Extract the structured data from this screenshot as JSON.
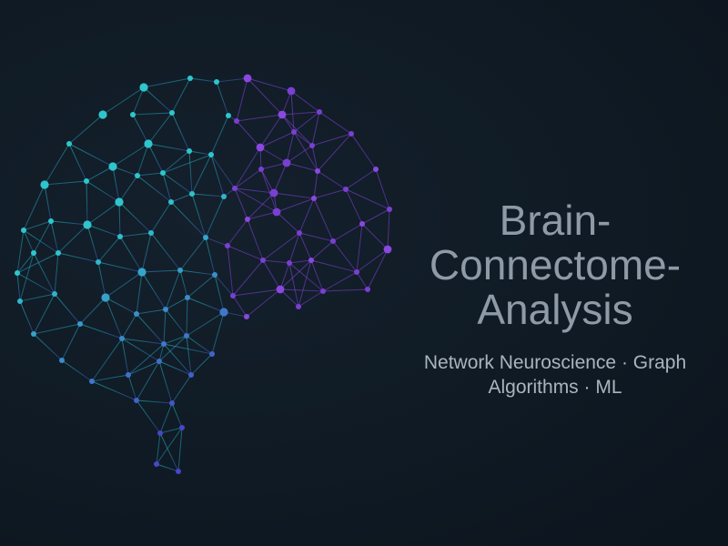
{
  "title": {
    "lines": [
      "Brain-",
      "Connectome-",
      "Analysis"
    ]
  },
  "subtitle": {
    "lines": [
      "Network Neuroscience · Graph",
      "Algorithms · ML"
    ]
  },
  "colors": {
    "background": "#0f1a24",
    "left_hemisphere": "#22b8c8",
    "right_hemisphere": "#7b3fd0",
    "title_text": "#8e9aa6",
    "subtitle_text": "#aab4be"
  },
  "illustration": {
    "icon": "brain-network-icon"
  }
}
